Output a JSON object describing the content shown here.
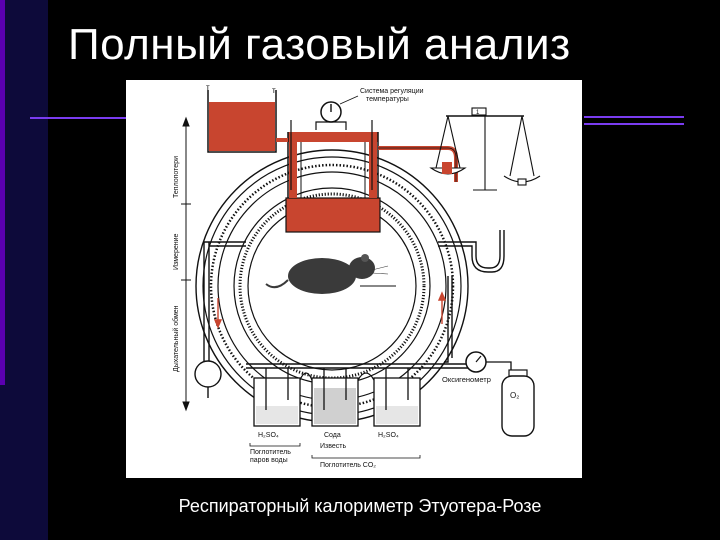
{
  "slide": {
    "title": "Полный газовый анализ",
    "caption": "Респираторный калориметр Этуотера-Розе"
  },
  "diagram": {
    "thermo_left": "т",
    "thermo_right": "т",
    "temp_control_line1": "Система регуляции",
    "temp_control_line2": "температуры",
    "heat_loss": "Теплопотери",
    "measurement": "Измерение",
    "respiratory_exchange": "Дыхательный обмен",
    "oxygen_meter": "Оксигенометр",
    "o2_cylinder": "O₂",
    "h2so4_left": "H₂SO₄",
    "soda": "Сода",
    "h2so4_right": "H₂SO₄",
    "lime": "Известь",
    "water_absorber_line1": "Поглотитель",
    "water_absorber_line2": "паров воды",
    "co2_absorber": "Поглотитель CO₂",
    "balance_weight": "1"
  },
  "colors": {
    "background": "#000000",
    "left_band": "#0d0a3a",
    "accent_purple": "#7a3cf0",
    "water_red": "#c8452f"
  }
}
